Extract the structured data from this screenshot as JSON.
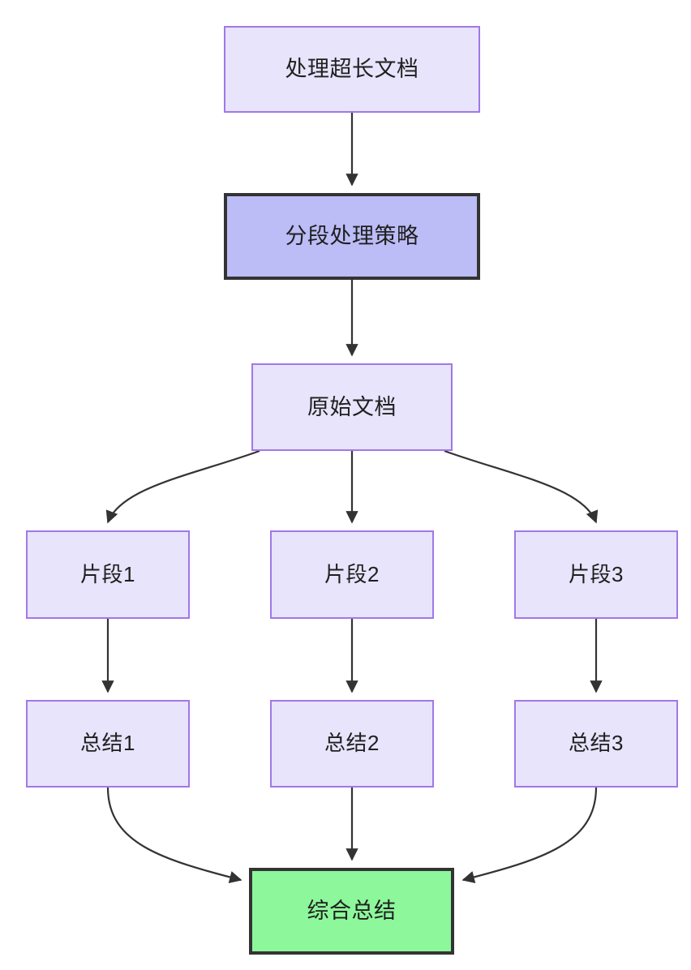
{
  "diagram": {
    "type": "flowchart",
    "direction": "top-down",
    "background_color": "#ffffff",
    "palette": {
      "default_fill": "#e7e4fb",
      "default_stroke": "#a078e8",
      "highlight_fill": "#bcbcf7",
      "highlight_stroke": "#333333",
      "result_fill": "#8df79b",
      "result_stroke": "#333333",
      "edge_color": "#333333",
      "text_color": "#1f1f1f"
    },
    "nodes": {
      "long_document": {
        "label": "处理超长文档",
        "style": "default"
      },
      "chunk_strategy": {
        "label": "分段处理策略",
        "style": "highlight"
      },
      "source_document": {
        "label": "原始文档",
        "style": "default"
      },
      "fragment_1": {
        "label": "片段1",
        "style": "default"
      },
      "fragment_2": {
        "label": "片段2",
        "style": "default"
      },
      "fragment_3": {
        "label": "片段3",
        "style": "default"
      },
      "summary_1": {
        "label": "总结1",
        "style": "default"
      },
      "summary_2": {
        "label": "总结2",
        "style": "default"
      },
      "summary_3": {
        "label": "总结3",
        "style": "default"
      },
      "final_summary": {
        "label": "综合总结",
        "style": "result"
      }
    },
    "edges": [
      {
        "from": "long_document",
        "to": "chunk_strategy",
        "shape": "straight"
      },
      {
        "from": "chunk_strategy",
        "to": "source_document",
        "shape": "straight"
      },
      {
        "from": "source_document",
        "to": "fragment_1",
        "shape": "curve"
      },
      {
        "from": "source_document",
        "to": "fragment_2",
        "shape": "straight"
      },
      {
        "from": "source_document",
        "to": "fragment_3",
        "shape": "curve"
      },
      {
        "from": "fragment_1",
        "to": "summary_1",
        "shape": "straight"
      },
      {
        "from": "fragment_2",
        "to": "summary_2",
        "shape": "straight"
      },
      {
        "from": "fragment_3",
        "to": "summary_3",
        "shape": "straight"
      },
      {
        "from": "summary_1",
        "to": "final_summary",
        "shape": "curve"
      },
      {
        "from": "summary_2",
        "to": "final_summary",
        "shape": "straight"
      },
      {
        "from": "summary_3",
        "to": "final_summary",
        "shape": "curve"
      }
    ]
  }
}
